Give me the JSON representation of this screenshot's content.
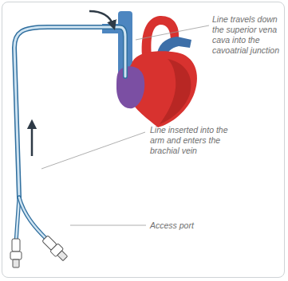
{
  "diagram": {
    "labels": [
      "Line travels down the superior vena cava into the cavoatrial junction",
      "Line inserted into the arm and enters the brachial vein",
      "Access port"
    ]
  }
}
